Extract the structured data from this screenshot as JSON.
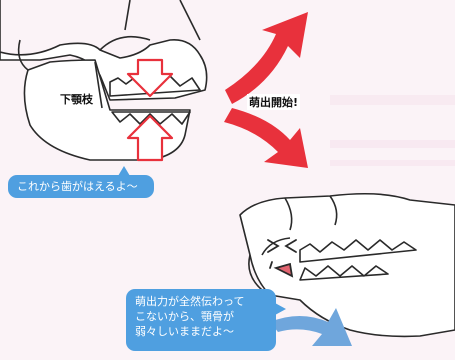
{
  "labels": {
    "ramus": "下顎枝",
    "eruption": "萌出開始!"
  },
  "callouts": {
    "top": "これから歯がはえるよ〜",
    "bottom_lines": [
      "萌出力が全然伝わって",
      "こないから、顎骨が",
      "弱々しいままだよ〜"
    ]
  },
  "colors": {
    "background": "#fbf3f7",
    "red_arrow": "#e8313c",
    "blue_arrow": "#6fa6dc",
    "callout": "#4f9fe0",
    "bone": "#ffffff",
    "outline": "#2a2a2a"
  },
  "icons": [
    "eruption-arrow-up-icon",
    "eruption-arrow-down-icon",
    "red-arrow-up-icon",
    "red-arrow-down-icon",
    "blue-curved-arrow-icon",
    "pained-face-icon"
  ]
}
